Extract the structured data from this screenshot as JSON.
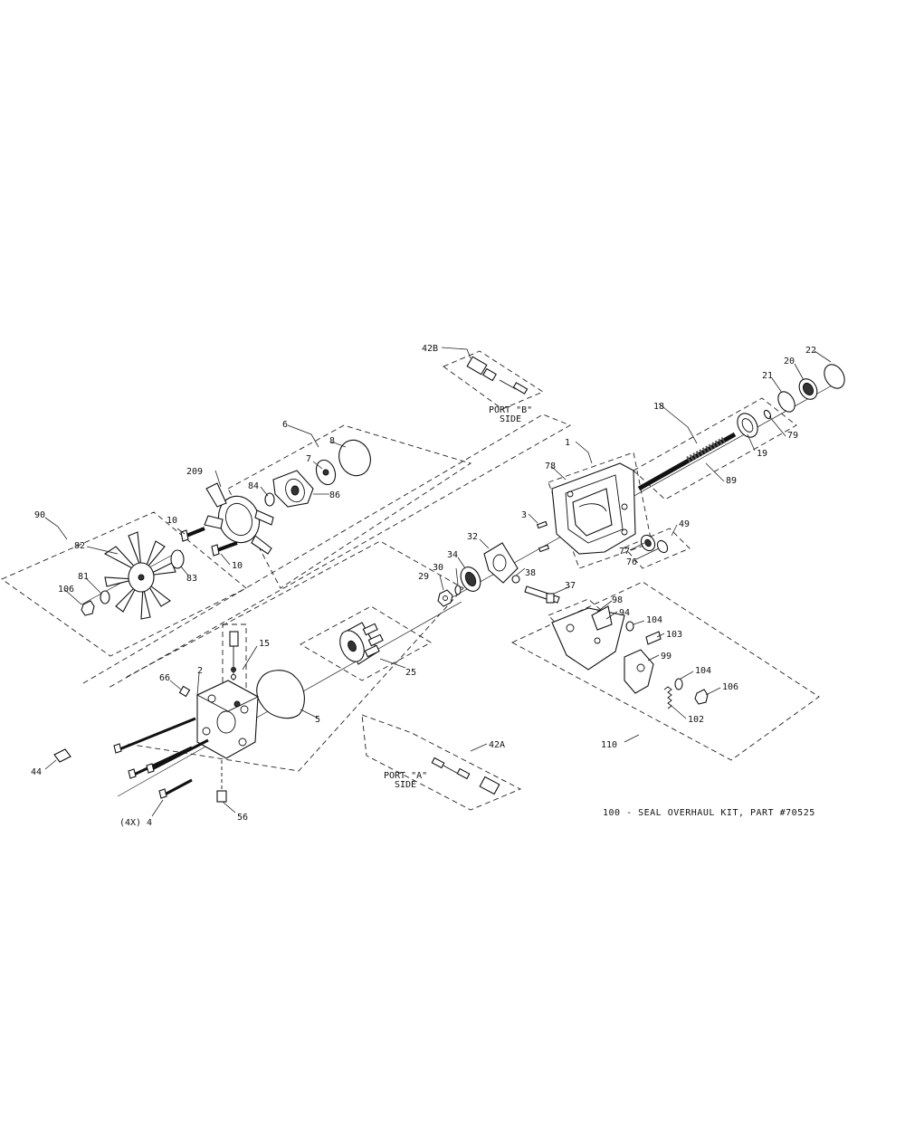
{
  "labels": {
    "p1": "1",
    "p2": "2",
    "p3": "3",
    "p4": "4",
    "p4x": "(4X)",
    "p5": "5",
    "p6": "6",
    "p7": "7",
    "p8": "8",
    "p10a": "10",
    "p10b": "10",
    "p15": "15",
    "p18": "18",
    "p19": "19",
    "p20": "20",
    "p21": "21",
    "p22": "22",
    "p25": "25",
    "p29": "29",
    "p30": "30",
    "p32": "32",
    "p34": "34",
    "p37": "37",
    "p38": "38",
    "p42a": "42A",
    "p42b": "42B",
    "p44": "44",
    "p49": "49",
    "p56": "56",
    "p66": "66",
    "p76": "76",
    "p77": "77",
    "p78": "78",
    "p79": "79",
    "p81": "81",
    "p82": "82",
    "p83": "83",
    "p84": "84",
    "p86": "86",
    "p89": "89",
    "p90": "90",
    "p94": "94",
    "p98": "98",
    "p99": "99",
    "p102": "102",
    "p103": "103",
    "p104a": "104",
    "p104b": "104",
    "p106a": "106",
    "p106b": "106",
    "p110": "110",
    "p209": "209"
  },
  "port_b": {
    "line1": "PORT \"B\"",
    "line2": "SIDE"
  },
  "port_a": {
    "line1": "PORT \"A\"",
    "line2": "SIDE"
  },
  "note": "100 -  SEAL OVERHAUL KIT, PART #70525"
}
